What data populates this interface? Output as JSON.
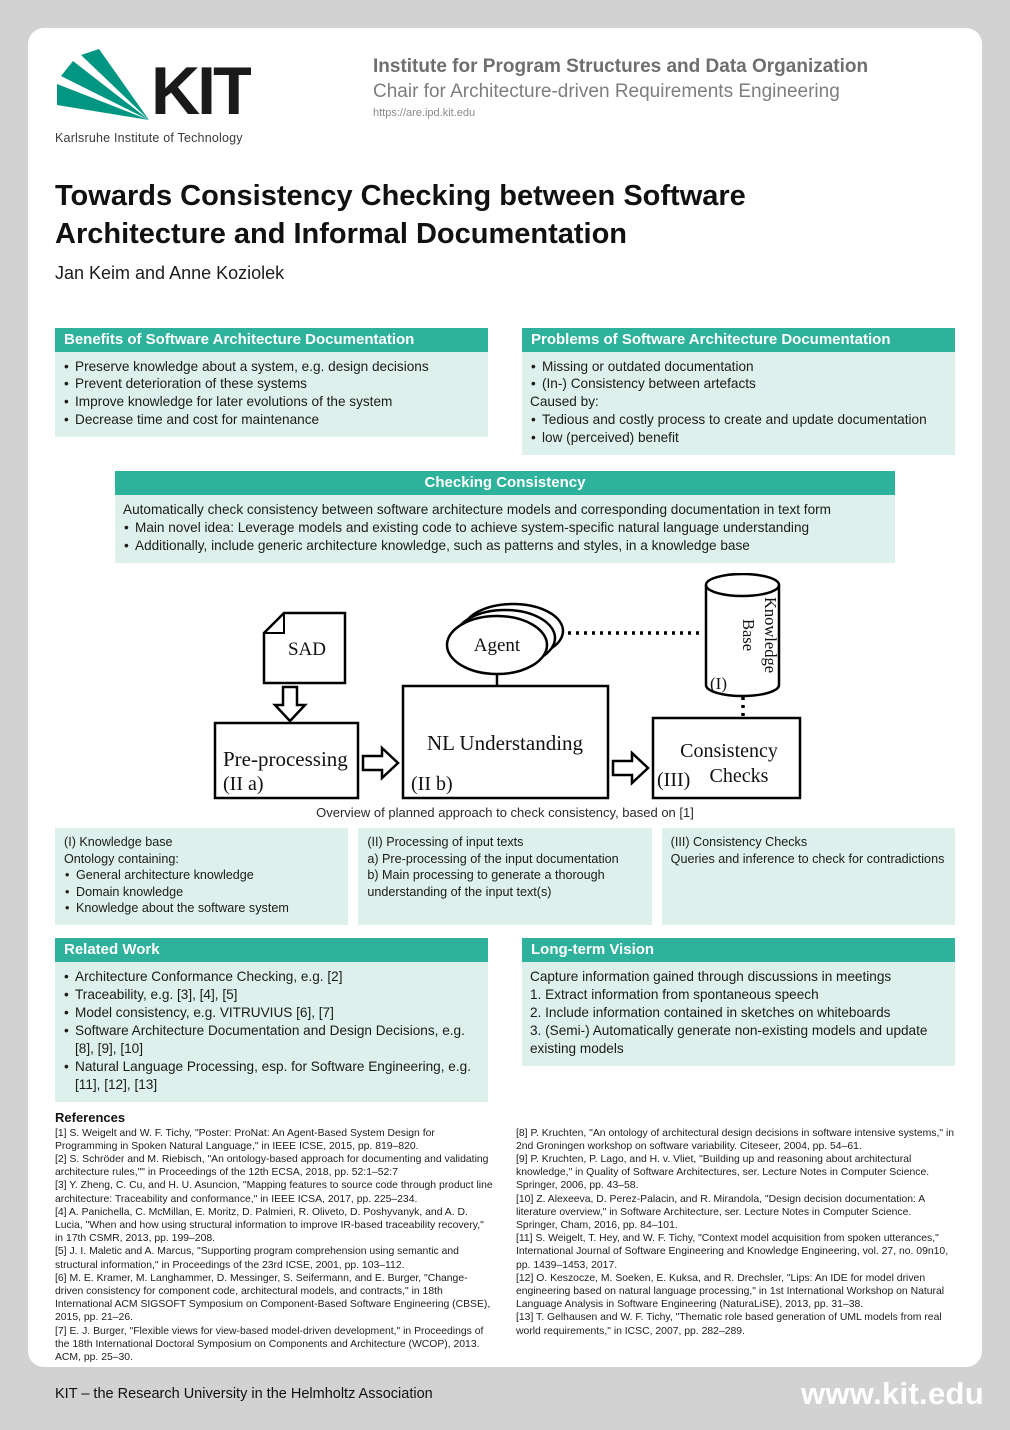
{
  "header": {
    "logo_text": "KIT",
    "logo_caption": "Karlsruhe Institute of Technology",
    "institute": "Institute for Program Structures and Data Organization",
    "chair": "Chair for Architecture-driven Requirements Engineering",
    "url": "https://are.ipd.kit.edu"
  },
  "title": {
    "line1": "Towards Consistency Checking between Software",
    "line2": "Architecture and Informal Documentation",
    "authors": "Jan Keim and Anne Koziolek"
  },
  "benefits": {
    "heading": "Benefits of Software Architecture Documentation",
    "items": [
      "Preserve knowledge about a system, e.g. design decisions",
      "Prevent deterioration of these systems",
      "Improve knowledge for later evolutions of the system",
      "Decrease time and cost for maintenance"
    ]
  },
  "problems": {
    "heading": "Problems of Software Architecture Documentation",
    "items": [
      "Missing or outdated documentation",
      "(In-) Consistency between artefacts"
    ],
    "caused_by_label": "Caused by:",
    "caused_by_items": [
      "Tedious and costly process to create and update documentation",
      "low (perceived) benefit"
    ]
  },
  "checking": {
    "heading": "Checking Consistency",
    "intro": "Automatically check consistency between software architecture models and corresponding documentation in text form",
    "items": [
      "Main novel idea: Leverage models and existing code to achieve system-specific natural language understanding",
      "Additionally, include generic architecture knowledge, such as patterns and styles, in a knowledge base"
    ]
  },
  "diagram": {
    "sad": "SAD",
    "agent": "Agent",
    "kb_line1": "Knowledge",
    "kb_line2": "Base",
    "kb_num": "(I)",
    "pre_label": "Pre-processing",
    "pre_num": "(II a)",
    "nlu_label": "NL Understanding",
    "nlu_num": "(II b)",
    "cc_line1": "Consistency",
    "cc_line2": "Checks",
    "cc_num": "(III)",
    "caption": "Overview of planned approach to check consistency, based on [1]"
  },
  "legend": {
    "col1": {
      "title": "(I) Knowledge base",
      "subtitle": "Ontology containing:",
      "items": [
        "General architecture knowledge",
        "Domain knowledge",
        "Knowledge about the software system"
      ]
    },
    "col2": {
      "title": "(II) Processing of input texts",
      "line_a": "a) Pre-processing of the input documentation",
      "line_b": "b) Main processing to generate a thorough understanding of the input text(s)"
    },
    "col3": {
      "title": "(III) Consistency Checks",
      "line": "Queries and inference to check for contradictions"
    }
  },
  "related_work": {
    "heading": "Related Work",
    "items": [
      "Architecture Conformance Checking, e.g. [2]",
      "Traceability, e.g. [3], [4], [5]",
      "Model consistency, e.g. VITRUVIUS [6], [7]",
      "Software Architecture Documentation and Design Decisions, e.g. [8], [9], [10]",
      "Natural Language Processing, esp. for Software Engineering, e.g. [11], [12], [13]"
    ]
  },
  "vision": {
    "heading": "Long-term Vision",
    "intro": "Capture information gained through discussions in meetings",
    "items": [
      "1. Extract information from spontaneous speech",
      "2. Include information contained in sketches on whiteboards",
      "3. (Semi-) Automatically generate non-existing models and update existing models"
    ]
  },
  "references": {
    "heading": "References",
    "left": [
      "[1] S. Weigelt and W. F. Tichy, \"Poster: ProNat: An Agent-Based System Design for Programming in Spoken Natural Language,\" in IEEE ICSE, 2015, pp. 819–820.",
      "[2] S. Schröder and M. Riebisch, \"An ontology-based approach for documenting and validating architecture rules,\"\" in Proceedings of the 12th ECSA, 2018, pp. 52:1–52:7",
      "[3] Y. Zheng, C. Cu, and H. U. Asuncion, \"Mapping features to source code through product line architecture: Traceability and conformance,\" in IEEE ICSA, 2017, pp. 225–234.",
      "[4] A. Panichella, C. McMillan, E. Moritz, D. Palmieri, R. Oliveto, D. Poshyvanyk, and A. D. Lucia, \"When and how using structural information to improve IR-based traceability recovery,\" in 17th CSMR, 2013, pp. 199–208.",
      "[5] J. I. Maletic and A. Marcus, \"Supporting program comprehension using semantic and structural information,\" in Proceedings of the 23rd ICSE, 2001, pp. 103–112.",
      "[6] M. E. Kramer, M. Langhammer, D. Messinger, S. Seifermann, and E. Burger, \"Change-driven consistency for component code, architectural models, and contracts,\" in 18th International ACM SIGSOFT Symposium on Component-Based Software Engineering (CBSE), 2015, pp. 21–26.",
      "[7] E. J. Burger, \"Flexible views for view-based model-driven development,\" in Proceedings of the 18th International Doctoral Symposium on Components and Architecture (WCOP), 2013. ACM, pp. 25–30."
    ],
    "right": [
      "[8] P. Kruchten, \"An ontology of architectural design decisions in software intensive systems,\" in 2nd Groningen workshop on software variability. Citeseer, 2004, pp. 54–61.",
      "[9] P. Kruchten, P. Lago, and H. v. Vliet, \"Building up and reasoning about architectural knowledge,\" in Quality of Software Architectures, ser. Lecture Notes in Computer Science. Springer, 2006, pp. 43–58.",
      "[10] Z. Alexeeva, D. Perez-Palacin, and R. Mirandola, \"Design decision documentation: A literature overview,\" in Software Architecture, ser. Lecture Notes in Computer Science. Springer, Cham, 2016, pp. 84–101.",
      "[11] S. Weigelt, T. Hey, and W. F. Tichy, \"Context model acquisition from spoken utterances,\" International Journal of Software Engineering and Knowledge Engineering, vol. 27, no. 09n10, pp. 1439–1453, 2017.",
      "[12] O. Keszocze, M. Soeken, E. Kuksa, and R. Drechsler, \"Lips: An IDE for model driven engineering based on natural language processing,\" in 1st International Workshop on Natural Language Analysis in Software Engineering (NaturaLiSE), 2013, pp. 31–38.",
      "[13] T. Gelhausen and W. F. Tichy, \"Thematic role based generation of UML models from real world requirements,\" in ICSC, 2007, pp. 282–289."
    ]
  },
  "footer": {
    "left": "KIT – the Research University in the Helmholtz Association",
    "right": "www.kit.edu"
  },
  "colors": {
    "accent_teal": "#2eb29b",
    "accent_teal_light": "#def0eb",
    "kit_green": "#009682",
    "page_gray": "#d2d2d2"
  }
}
